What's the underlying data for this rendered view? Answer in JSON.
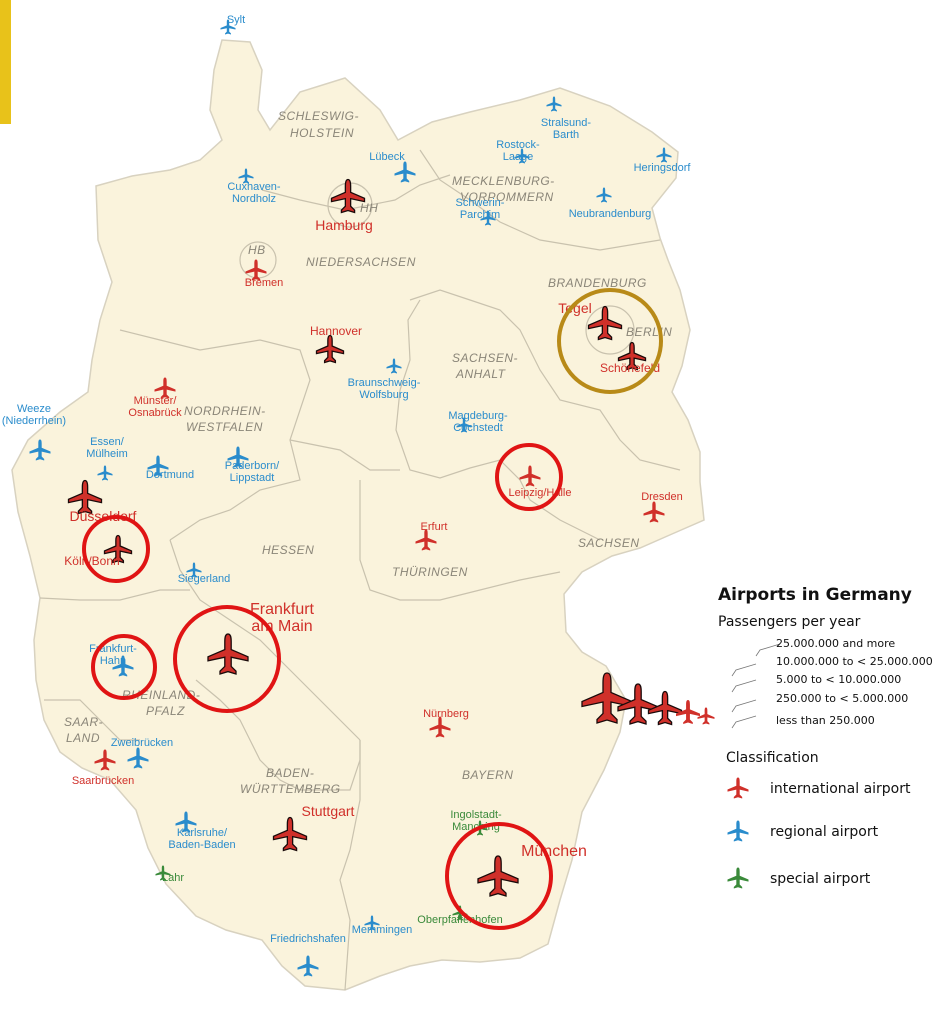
{
  "legend": {
    "title": "Airports in Germany",
    "passengers_heading": "Passengers per year",
    "sizes": [
      "25.000.000 and more",
      "10.000.000 to < 25.000.000",
      "5.000 to < 10.000.000",
      "250.000 to < 5.000.000",
      "less than 250.000"
    ],
    "classification_heading": "Classification",
    "classes": [
      {
        "label": "international airport",
        "color": "#d0302a"
      },
      {
        "label": "regional airport",
        "color": "#2a8ccc"
      },
      {
        "label": "special airport",
        "color": "#3a8a3a"
      }
    ]
  },
  "states": [
    "SCHLESWIG-",
    "HOLSTEIN",
    "MECKLENBURG-",
    "VORPOMMERN",
    "HH",
    "HB",
    "NIEDERSACHSEN",
    "BRANDENBURG",
    "BERLIN",
    "SACHSEN-",
    "ANHALT",
    "NORDRHEIN-",
    "WESTFALEN",
    "HESSEN",
    "THÜRINGEN",
    "SACHSEN",
    "RHEINLAND-",
    "PFALZ",
    "SAAR-",
    "LAND",
    "BADEN-",
    "WÜRTTEMBERG",
    "BAYERN"
  ],
  "airports": [
    {
      "id": "sylt",
      "name": "Sylt",
      "type": "regional",
      "size": 1
    },
    {
      "id": "stralsund",
      "name": "Stralsund-",
      "name2": "Barth",
      "type": "regional",
      "size": 1
    },
    {
      "id": "rostock",
      "name": "Rostock-",
      "name2": "Laage",
      "type": "regional",
      "size": 1
    },
    {
      "id": "heringsdorf",
      "name": "Heringsdorf",
      "type": "regional",
      "size": 1
    },
    {
      "id": "luebeck",
      "name": "Lübeck",
      "type": "regional",
      "size": 2
    },
    {
      "id": "cuxhaven",
      "name": "Cuxhaven-",
      "name2": "Nordholz",
      "type": "regional",
      "size": 1
    },
    {
      "id": "hamburg",
      "name": "Hamburg",
      "type": "international",
      "size": 4
    },
    {
      "id": "schwerin",
      "name": "Schwerin-",
      "name2": "Parchim",
      "type": "regional",
      "size": 1
    },
    {
      "id": "neubrandenburg",
      "name": "Neubrandenburg",
      "type": "regional",
      "size": 1
    },
    {
      "id": "bremen",
      "name": "Bremen",
      "type": "international",
      "size": 2
    },
    {
      "id": "tegel",
      "name": "Tegel",
      "type": "international",
      "size": 4
    },
    {
      "id": "schoenefeld",
      "name": "Schönefeld",
      "type": "international",
      "size": 3
    },
    {
      "id": "hannover",
      "name": "Hannover",
      "type": "international",
      "size": 3
    },
    {
      "id": "braunschweig",
      "name": "Braunschweig-",
      "name2": "Wolfsburg",
      "type": "regional",
      "size": 1
    },
    {
      "id": "muenster",
      "name": "Münster/",
      "name2": "Osnabrück",
      "type": "international",
      "size": 2
    },
    {
      "id": "weeze",
      "name": "Weeze",
      "name2": "(Niederrhein)",
      "type": "regional",
      "size": 2
    },
    {
      "id": "essen",
      "name": "Essen/",
      "name2": "Mülheim",
      "type": "regional",
      "size": 1
    },
    {
      "id": "dortmund",
      "name": "Dortmund",
      "type": "regional",
      "size": 2
    },
    {
      "id": "paderborn",
      "name": "Paderborn/",
      "name2": "Lippstadt",
      "type": "regional",
      "size": 2
    },
    {
      "id": "magdeburg",
      "name": "Magdeburg-",
      "name2": "Cochstedt",
      "type": "regional",
      "size": 1
    },
    {
      "id": "leipzig",
      "name": "Leipzig/Halle",
      "type": "international",
      "size": 2
    },
    {
      "id": "duesseldorf",
      "name": "Düsseldorf",
      "type": "international",
      "size": 4
    },
    {
      "id": "dresden",
      "name": "Dresden",
      "type": "international",
      "size": 2
    },
    {
      "id": "koeln",
      "name": "Köln/Bonn",
      "type": "international",
      "size": 3
    },
    {
      "id": "erfurt",
      "name": "Erfurt",
      "type": "international",
      "size": 2
    },
    {
      "id": "siegerland",
      "name": "Siegerland",
      "type": "regional",
      "size": 1
    },
    {
      "id": "frankfurt",
      "name": "Frankfurt",
      "name2": "am Main",
      "type": "international",
      "size": 5
    },
    {
      "id": "hahn",
      "name": "Frankfurt-",
      "name2": "Hahn",
      "type": "regional",
      "size": 2
    },
    {
      "id": "nuernberg",
      "name": "Nürnberg",
      "type": "international",
      "size": 2
    },
    {
      "id": "zweibruecken",
      "name": "Zweibrücken",
      "type": "regional",
      "size": 2
    },
    {
      "id": "saarbruecken",
      "name": "Saarbrücken",
      "type": "international",
      "size": 2
    },
    {
      "id": "stuttgart",
      "name": "Stuttgart",
      "type": "international",
      "size": 4
    },
    {
      "id": "ingolstadt",
      "name": "Ingolstadt-",
      "name2": "Manching",
      "type": "special",
      "size": 1
    },
    {
      "id": "karlsruhe",
      "name": "Karlsruhe/",
      "name2": "Baden-Baden",
      "type": "regional",
      "size": 2
    },
    {
      "id": "muenchen",
      "name": "München",
      "type": "international",
      "size": 5
    },
    {
      "id": "lahr",
      "name": "Lahr",
      "type": "special",
      "size": 1
    },
    {
      "id": "oberpfaffenhofen",
      "name": "Oberpfaffenhofen",
      "type": "special",
      "size": 1
    },
    {
      "id": "memmingen",
      "name": "Memmingen",
      "type": "regional",
      "size": 1
    },
    {
      "id": "friedrichshafen",
      "name": "Friedrichshafen",
      "type": "regional",
      "size": 2
    }
  ]
}
